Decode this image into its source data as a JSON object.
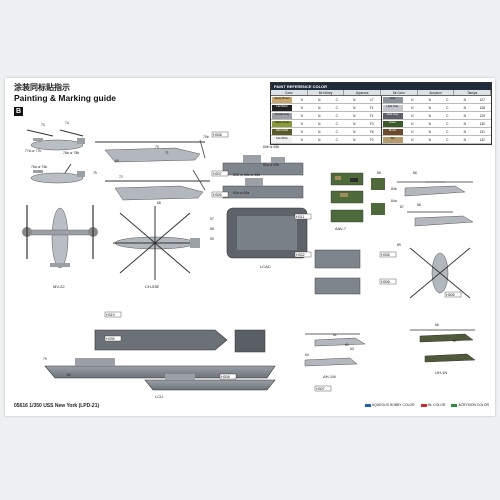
{
  "header": {
    "title_cn": "涂装同标贴指示",
    "title_en": "Painting & Marking guide",
    "section_marker": "B"
  },
  "paint_table": {
    "title": "PAINT REFERENCE COLOR",
    "columns": [
      "Color",
      "Mr.Hobby",
      "Aqueous",
      "Mr.Color",
      "Acrysion",
      "Tamiya"
    ],
    "left_rows": [
      {
        "name": "Sandy Brown",
        "color": "#c9a66b",
        "hobby": "H",
        "aq": "N",
        "mr": "C",
        "acr": "N",
        "tam": "17"
      },
      {
        "name": "Flat Black",
        "color": "#222222",
        "hobby": "H",
        "aq": "N",
        "mr": "C",
        "acr": "N",
        "tam": "F1"
      },
      {
        "name": "Aircraft Gray",
        "color": "#9aa0a6",
        "hobby": "H",
        "aq": "N",
        "mr": "C",
        "acr": "N",
        "tam": "F1"
      },
      {
        "name": "Yellow Green",
        "color": "#8a9a3a",
        "hobby": "H",
        "aq": "N",
        "mr": "C",
        "acr": "N",
        "tam": "F3"
      },
      {
        "name": "Olive Drab",
        "color": "#5a5a2a",
        "hobby": "H",
        "aq": "N",
        "mr": "C",
        "acr": "N",
        "tam": "F6"
      },
      {
        "name": "Flat White",
        "color": "#f2f2f2",
        "hobby": "H",
        "aq": "N",
        "mr": "C",
        "acr": "N",
        "tam": "F2"
      }
    ],
    "right_rows": [
      {
        "name": "Gray",
        "color": "#8d939a",
        "hobby": "H",
        "aq": "N",
        "mr": "C",
        "acr": "N",
        "tam": "127"
      },
      {
        "name": "Light Gray",
        "color": "#c3c7cc",
        "hobby": "H",
        "aq": "N",
        "mr": "C",
        "acr": "N",
        "tam": "128"
      },
      {
        "name": "Dark Gray",
        "color": "#5d6066",
        "hobby": "H",
        "aq": "N",
        "mr": "C",
        "acr": "N",
        "tam": "129"
      },
      {
        "name": "Green",
        "color": "#3d5a2a",
        "hobby": "H",
        "aq": "N",
        "mr": "C",
        "acr": "N",
        "tam": "130"
      },
      {
        "name": "Brown",
        "color": "#6b4a2b",
        "hobby": "H",
        "aq": "N",
        "mr": "C",
        "acr": "N",
        "tam": "131"
      },
      {
        "name": "Tan",
        "color": "#b59a6a",
        "hobby": "H",
        "aq": "N",
        "mr": "C",
        "acr": "N",
        "tam": "132"
      }
    ]
  },
  "callouts": {
    "aircraft": [
      "MV-22",
      "CH-53E",
      "AH-1W",
      "UH-1N"
    ],
    "ships": [
      "LCAC",
      "AAV-7",
      "LCU"
    ],
    "parts": [
      "73",
      "74",
      "77a or 77b",
      "78a or 78b",
      "76a or 76b",
      "75",
      "70b",
      "70",
      "71",
      "72",
      "69",
      "68",
      "60b or 65b",
      "60a or 65b",
      "60a or 65a",
      "60C or 65c or 65d",
      "57",
      "58",
      "59",
      "85",
      "84b",
      "84a",
      "86",
      "87",
      "88",
      "89",
      "61",
      "62",
      "63",
      "64",
      "66",
      "67",
      "79",
      "80"
    ],
    "paint_codes": [
      "H308",
      "H307",
      "H305",
      "H311",
      "H332",
      "H336",
      "H306",
      "H319",
      "H335"
    ]
  },
  "footer": {
    "kit_id": "05616 1/350 USS New York (LPD-21)",
    "legend_aqueous": "AQUEOUS HOBBY COLOR",
    "legend_mr": "Mr. COLOR",
    "legend_acrysion": "ACRYSION COLOR"
  },
  "colors": {
    "hull_gray": "#8e949b",
    "deck_gray": "#6c7178",
    "light_gray": "#c4c9cf",
    "camo_green": "#4e6a3a",
    "camo_tan": "#a28b5a",
    "legend_aqueous": "#1e5fb0",
    "legend_mr": "#cc2a2a",
    "legend_acrysion": "#2e8b3a"
  }
}
